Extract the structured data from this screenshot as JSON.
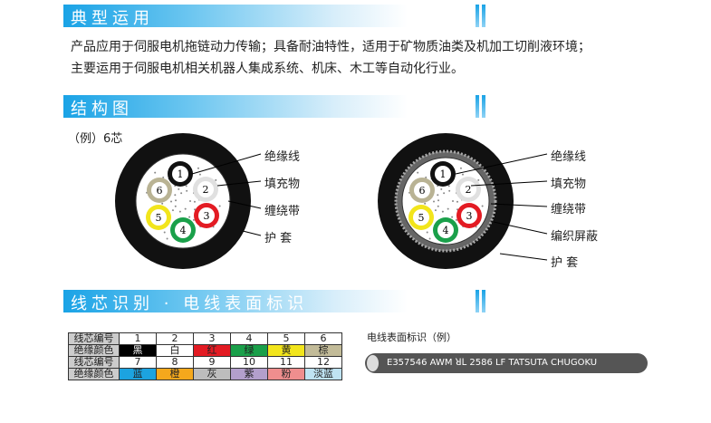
{
  "sections": {
    "usage": "典型运用",
    "structure": "结构图",
    "identification": "线芯识别 · 电线表面标识"
  },
  "usage_text": [
    "产品应用于伺服电机拖链动力传输；具备耐油特性，适用于矿物质油类及机加工切削液环境；",
    "主要运用于伺服电机相关机器人集成系统、机床、木工等自动化行业。"
  ],
  "example": "（例）6芯",
  "left_labels": [
    "绝缘线",
    "填充物",
    "缠绕带",
    "护 套"
  ],
  "right_labels": [
    "绝缘线",
    "填充物",
    "缠绕带",
    "编织屏蔽",
    "护 套"
  ],
  "cores": [
    {
      "n": "1",
      "color": "#111111"
    },
    {
      "n": "2",
      "color": "#e0e0e0"
    },
    {
      "n": "3",
      "color": "#e31b23"
    },
    {
      "n": "4",
      "color": "#1aa04a"
    },
    {
      "n": "5",
      "color": "#f2e51c"
    },
    {
      "n": "6",
      "color": "#b9b394"
    }
  ],
  "table": {
    "row_header_num": "线芯编号",
    "row_header_color": "绝缘颜色",
    "rows": [
      [
        {
          "t": "1"
        },
        {
          "t": "2"
        },
        {
          "t": "3"
        },
        {
          "t": "4"
        },
        {
          "t": "5"
        },
        {
          "t": "6"
        }
      ],
      [
        {
          "t": "黑",
          "bg": "#000000",
          "fg": "#ffffff"
        },
        {
          "t": "白",
          "bg": "#ffffff",
          "fg": "#222"
        },
        {
          "t": "红",
          "bg": "#e31b23",
          "fg": "#222"
        },
        {
          "t": "绿",
          "bg": "#1aa04a",
          "fg": "#222"
        },
        {
          "t": "黄",
          "bg": "#f2e51c",
          "fg": "#222"
        },
        {
          "t": "棕",
          "bg": "#c2bb98",
          "fg": "#222"
        }
      ],
      [
        {
          "t": "7"
        },
        {
          "t": "8"
        },
        {
          "t": "9"
        },
        {
          "t": "10"
        },
        {
          "t": "11"
        },
        {
          "t": "12"
        }
      ],
      [
        {
          "t": "蓝",
          "bg": "#1ca3e0",
          "fg": "#222"
        },
        {
          "t": "橙",
          "bg": "#f5a81c",
          "fg": "#222"
        },
        {
          "t": "灰",
          "bg": "#bdbdbd",
          "fg": "#222"
        },
        {
          "t": "紫",
          "bg": "#b39fcc",
          "fg": "#222"
        },
        {
          "t": "粉",
          "bg": "#ef8e8e",
          "fg": "#222"
        },
        {
          "t": "淡蓝",
          "bg": "#bfe3f2",
          "fg": "#222"
        }
      ]
    ]
  },
  "marking_caption": "电线表面标识（例）",
  "marking_text": "E357546  AWM  ꓤꓡ  2586 LF TATSUTA CHUGOKU"
}
